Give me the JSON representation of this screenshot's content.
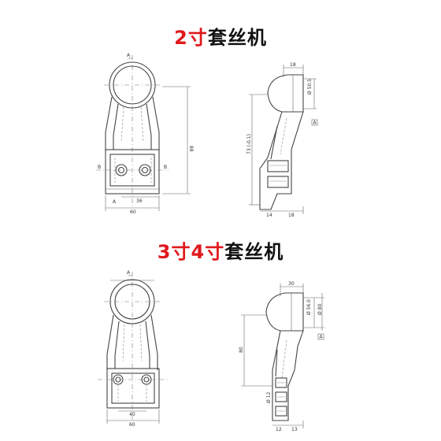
{
  "title1": {
    "num": "2寸",
    "rest": "套丝机"
  },
  "title2": {
    "num": "3寸4寸",
    "rest": "套丝机"
  },
  "d1": {
    "sec_a": "A",
    "sec_b": "B",
    "dim_width": "60",
    "dim_bottom": "36",
    "dim_height": "88",
    "dim_top": "18",
    "dim_side_bot1": "14",
    "dim_side_bot2": "18",
    "dim_dia": "Ø 50.5",
    "dim_vert": "73 (-0.1)",
    "ref": "A"
  },
  "d2": {
    "sec_a": "A",
    "dim_width": "60",
    "dim_bottom": "40",
    "dim_height": "80",
    "dim_top": "30",
    "dim_side_bot1": "12",
    "dim_side_bot2": "13",
    "dim_dia": "Ø 56.0",
    "dim_dia2": "Ø 80",
    "dim_small": "Ø 12",
    "ref": "A"
  }
}
